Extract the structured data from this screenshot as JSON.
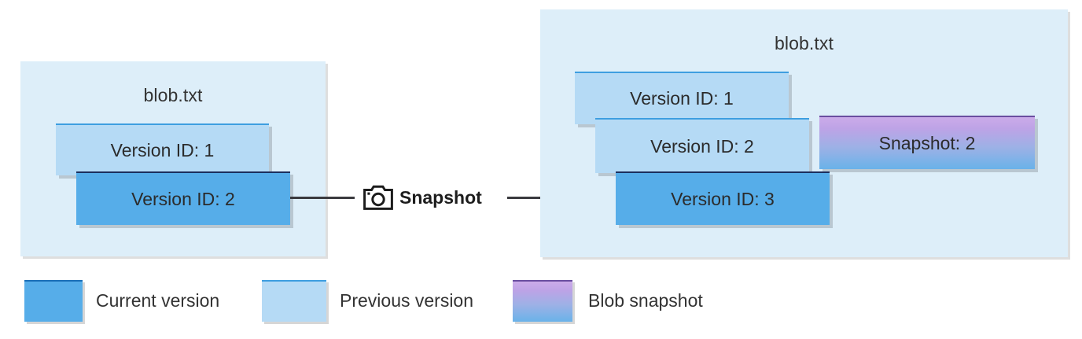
{
  "diagram": {
    "title_left": "blob.txt",
    "title_right": "blob.txt",
    "transition": {
      "label": "Snapshot",
      "icon": "camera-icon"
    },
    "left_panel": {
      "name": "blob.txt",
      "boxes": [
        {
          "label": "Version ID: 1",
          "kind": "previous-version"
        },
        {
          "label": "Version ID: 2",
          "kind": "current-version"
        }
      ]
    },
    "right_panel": {
      "name": "blob.txt",
      "boxes": [
        {
          "label": "Version ID: 1",
          "kind": "previous-version"
        },
        {
          "label": "Version ID: 2",
          "kind": "previous-version"
        },
        {
          "label": "Version ID: 3",
          "kind": "current-version"
        },
        {
          "label": "Snapshot: 2",
          "kind": "blob-snapshot"
        }
      ]
    }
  },
  "legend": {
    "items": [
      {
        "label": "Current version",
        "swatch": "current-version"
      },
      {
        "label": "Previous version",
        "swatch": "previous-version"
      },
      {
        "label": "Blob snapshot",
        "swatch": "blob-snapshot"
      }
    ]
  },
  "colors": {
    "current_version": "#56ade9",
    "previous_version": "#b5daf5",
    "panel_background": "#ddeef9",
    "snapshot_gradient_top": "#cbabe9",
    "snapshot_gradient_bottom": "#69b2e9",
    "connector": "#3a3a3e"
  }
}
